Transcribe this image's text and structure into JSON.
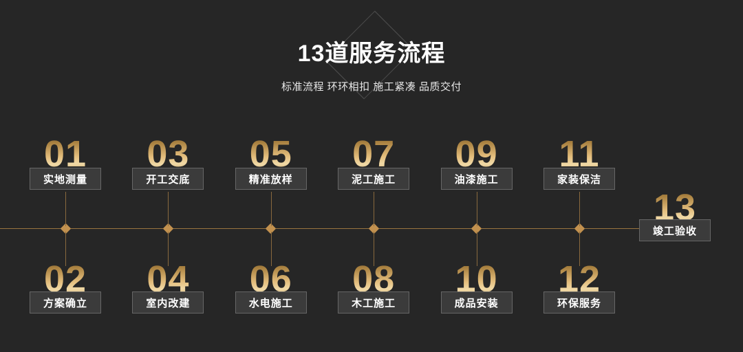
{
  "header": {
    "title": "13道服务流程",
    "subtitle": "标准流程 环环相扣  施工紧凑 品质交付"
  },
  "colors": {
    "background": "#262626",
    "gold": "#c2914f",
    "gold_light": "#e3bd7c",
    "gold_dark": "#6f5630",
    "box_fill": "#3b3b3b",
    "box_border": "#676767",
    "text": "#ffffff",
    "diamond_outline": "#4a4a4a"
  },
  "timeline": {
    "marker_count": 6,
    "line_label": "process-timeline"
  },
  "steps_top": [
    {
      "number": "01",
      "label": "实地测量"
    },
    {
      "number": "03",
      "label": "开工交底"
    },
    {
      "number": "05",
      "label": "精准放样"
    },
    {
      "number": "07",
      "label": "泥工施工"
    },
    {
      "number": "09",
      "label": "油漆施工"
    },
    {
      "number": "11",
      "label": "家装保洁"
    }
  ],
  "steps_bottom": [
    {
      "number": "02",
      "label": "方案确立"
    },
    {
      "number": "04",
      "label": "室内改建"
    },
    {
      "number": "06",
      "label": "水电施工"
    },
    {
      "number": "08",
      "label": "木工施工"
    },
    {
      "number": "10",
      "label": "成品安装"
    },
    {
      "number": "12",
      "label": "环保服务"
    }
  ],
  "step_final": {
    "number": "13",
    "label": "竣工验收"
  }
}
